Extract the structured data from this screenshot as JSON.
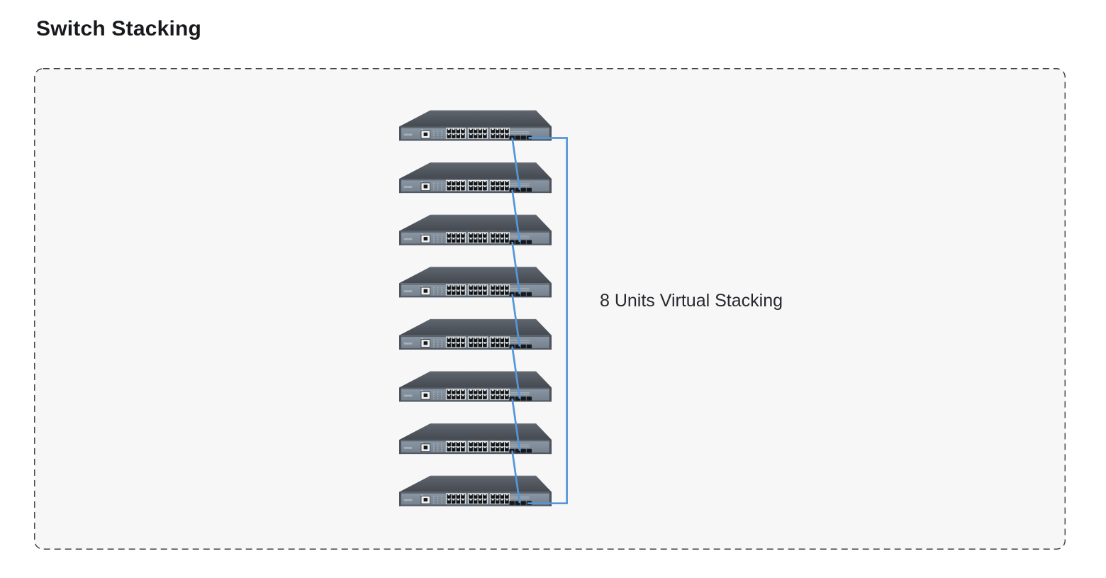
{
  "page": {
    "title": "Switch Stacking",
    "background": "#ffffff",
    "title_color": "#17191d"
  },
  "diagram": {
    "caption": "8 Units Virtual Stacking",
    "unit_count": 8,
    "container": {
      "background": "#f7f7f8",
      "border_color": "#3f3f3f"
    },
    "cable_color": "#5596d6",
    "switch": {
      "console_ports": 1,
      "rj45_ports": 24,
      "rj45_groups": 3,
      "ports_per_group": 8,
      "sfp_ports": 4,
      "roof_color_top": "#5f656e",
      "roof_color_bottom": "#454a51",
      "face_color_top": "#8b98a6",
      "face_color_bottom": "#747f8b",
      "edge_color": "#4d545d",
      "port_dark_color": "#131619",
      "port_panel_color": "#e2e5e7",
      "sfp_slot_color": "#15181c"
    }
  }
}
